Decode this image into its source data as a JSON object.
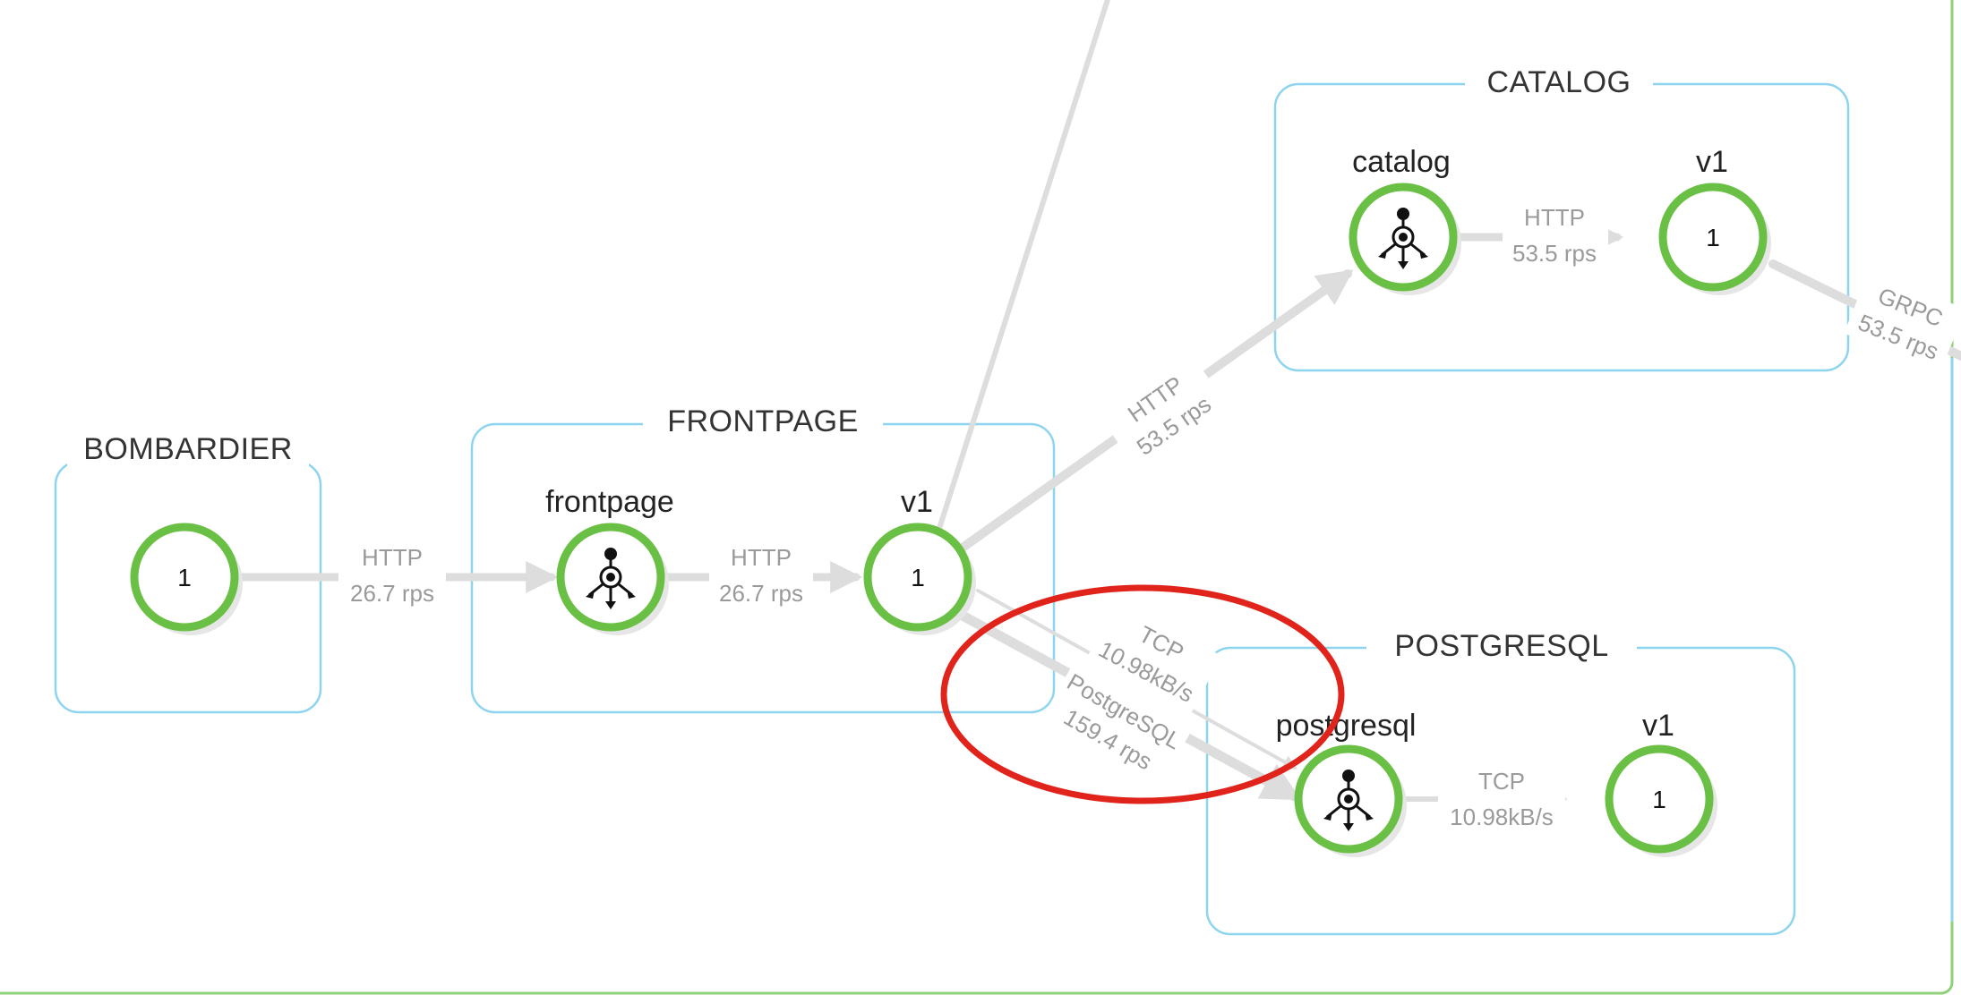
{
  "groups": {
    "bombardier": {
      "title": "BOMBARDIER"
    },
    "frontpage": {
      "title": "FRONTPAGE"
    },
    "catalog": {
      "title": "CATALOG"
    },
    "postgresql": {
      "title": "POSTGRESQL"
    }
  },
  "nodes": {
    "bombardier_workload": {
      "value": "1"
    },
    "frontpage_service": {
      "name": "frontpage"
    },
    "frontpage_v1": {
      "name": "v1",
      "value": "1"
    },
    "catalog_service": {
      "name": "catalog"
    },
    "catalog_v1": {
      "name": "v1",
      "value": "1"
    },
    "postgresql_service": {
      "name": "postgresql"
    },
    "postgresql_v1": {
      "name": "v1",
      "value": "1"
    }
  },
  "edges": {
    "bombardier_to_frontpage": {
      "protocol": "HTTP",
      "rate": "26.7 rps"
    },
    "frontpage_to_v1": {
      "protocol": "HTTP",
      "rate": "26.7 rps"
    },
    "v1_to_catalog": {
      "protocol": "HTTP",
      "rate": "53.5 rps"
    },
    "catalog_to_v1": {
      "protocol": "HTTP",
      "rate": "53.5 rps"
    },
    "catalog_v1_out": {
      "protocol": "GRPC",
      "rate": "53.5 rps"
    },
    "v1_tcp_to_postgres": {
      "protocol": "TCP",
      "rate": "10.98kB/s"
    },
    "v1_pg_to_postgres": {
      "protocol": "PostgreSQL",
      "rate": "159.4 rps"
    },
    "postgres_to_v1": {
      "protocol": "TCP",
      "rate": "10.98kB/s"
    }
  },
  "colors": {
    "healthy": "#6abf45",
    "group_border": "#8ed4ee",
    "outer_border": "#8fd07a",
    "edge": "#dddddd",
    "highlight": "#e0241b"
  },
  "icons": [
    "service-icon"
  ]
}
